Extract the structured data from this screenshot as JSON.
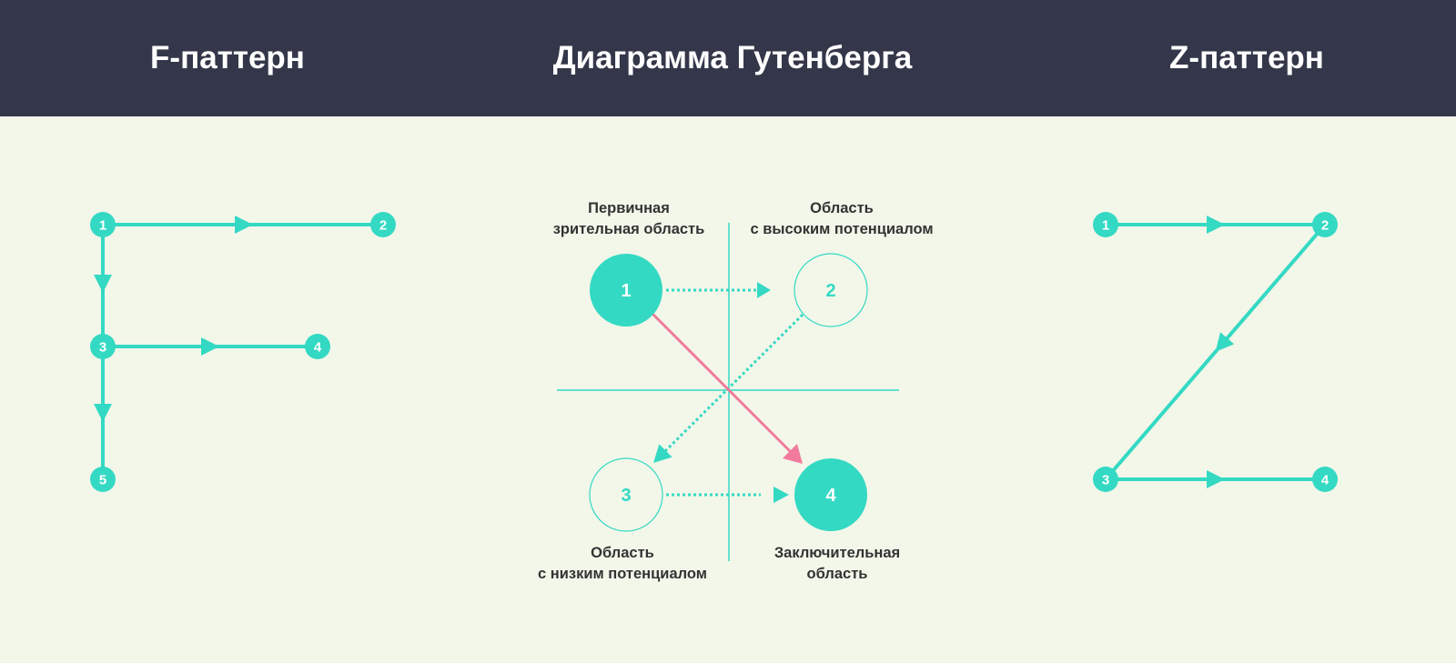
{
  "header": {
    "f_title": "F-паттерн",
    "g_title": "Диаграмма Гутенберга",
    "z_title": "Z-паттерн"
  },
  "f_pattern": {
    "nodes": [
      "1",
      "2",
      "3",
      "4",
      "5"
    ]
  },
  "gutenberg": {
    "nodes": [
      "1",
      "2",
      "3",
      "4"
    ],
    "labels": {
      "primary": [
        "Первичная",
        "зрительная область"
      ],
      "strong": [
        "Область",
        "с высоким потенциалом"
      ],
      "weak": [
        "Область",
        "с низким потенциалом"
      ],
      "terminal": [
        "Заключительная",
        "область"
      ]
    }
  },
  "z_pattern": {
    "nodes": [
      "1",
      "2",
      "3",
      "4"
    ]
  },
  "colors": {
    "header_bg": "#333749",
    "page_bg": "#f2f7ea",
    "teal": "#34d9c3",
    "pink": "#f27b9d",
    "text_dark": "#333333"
  }
}
